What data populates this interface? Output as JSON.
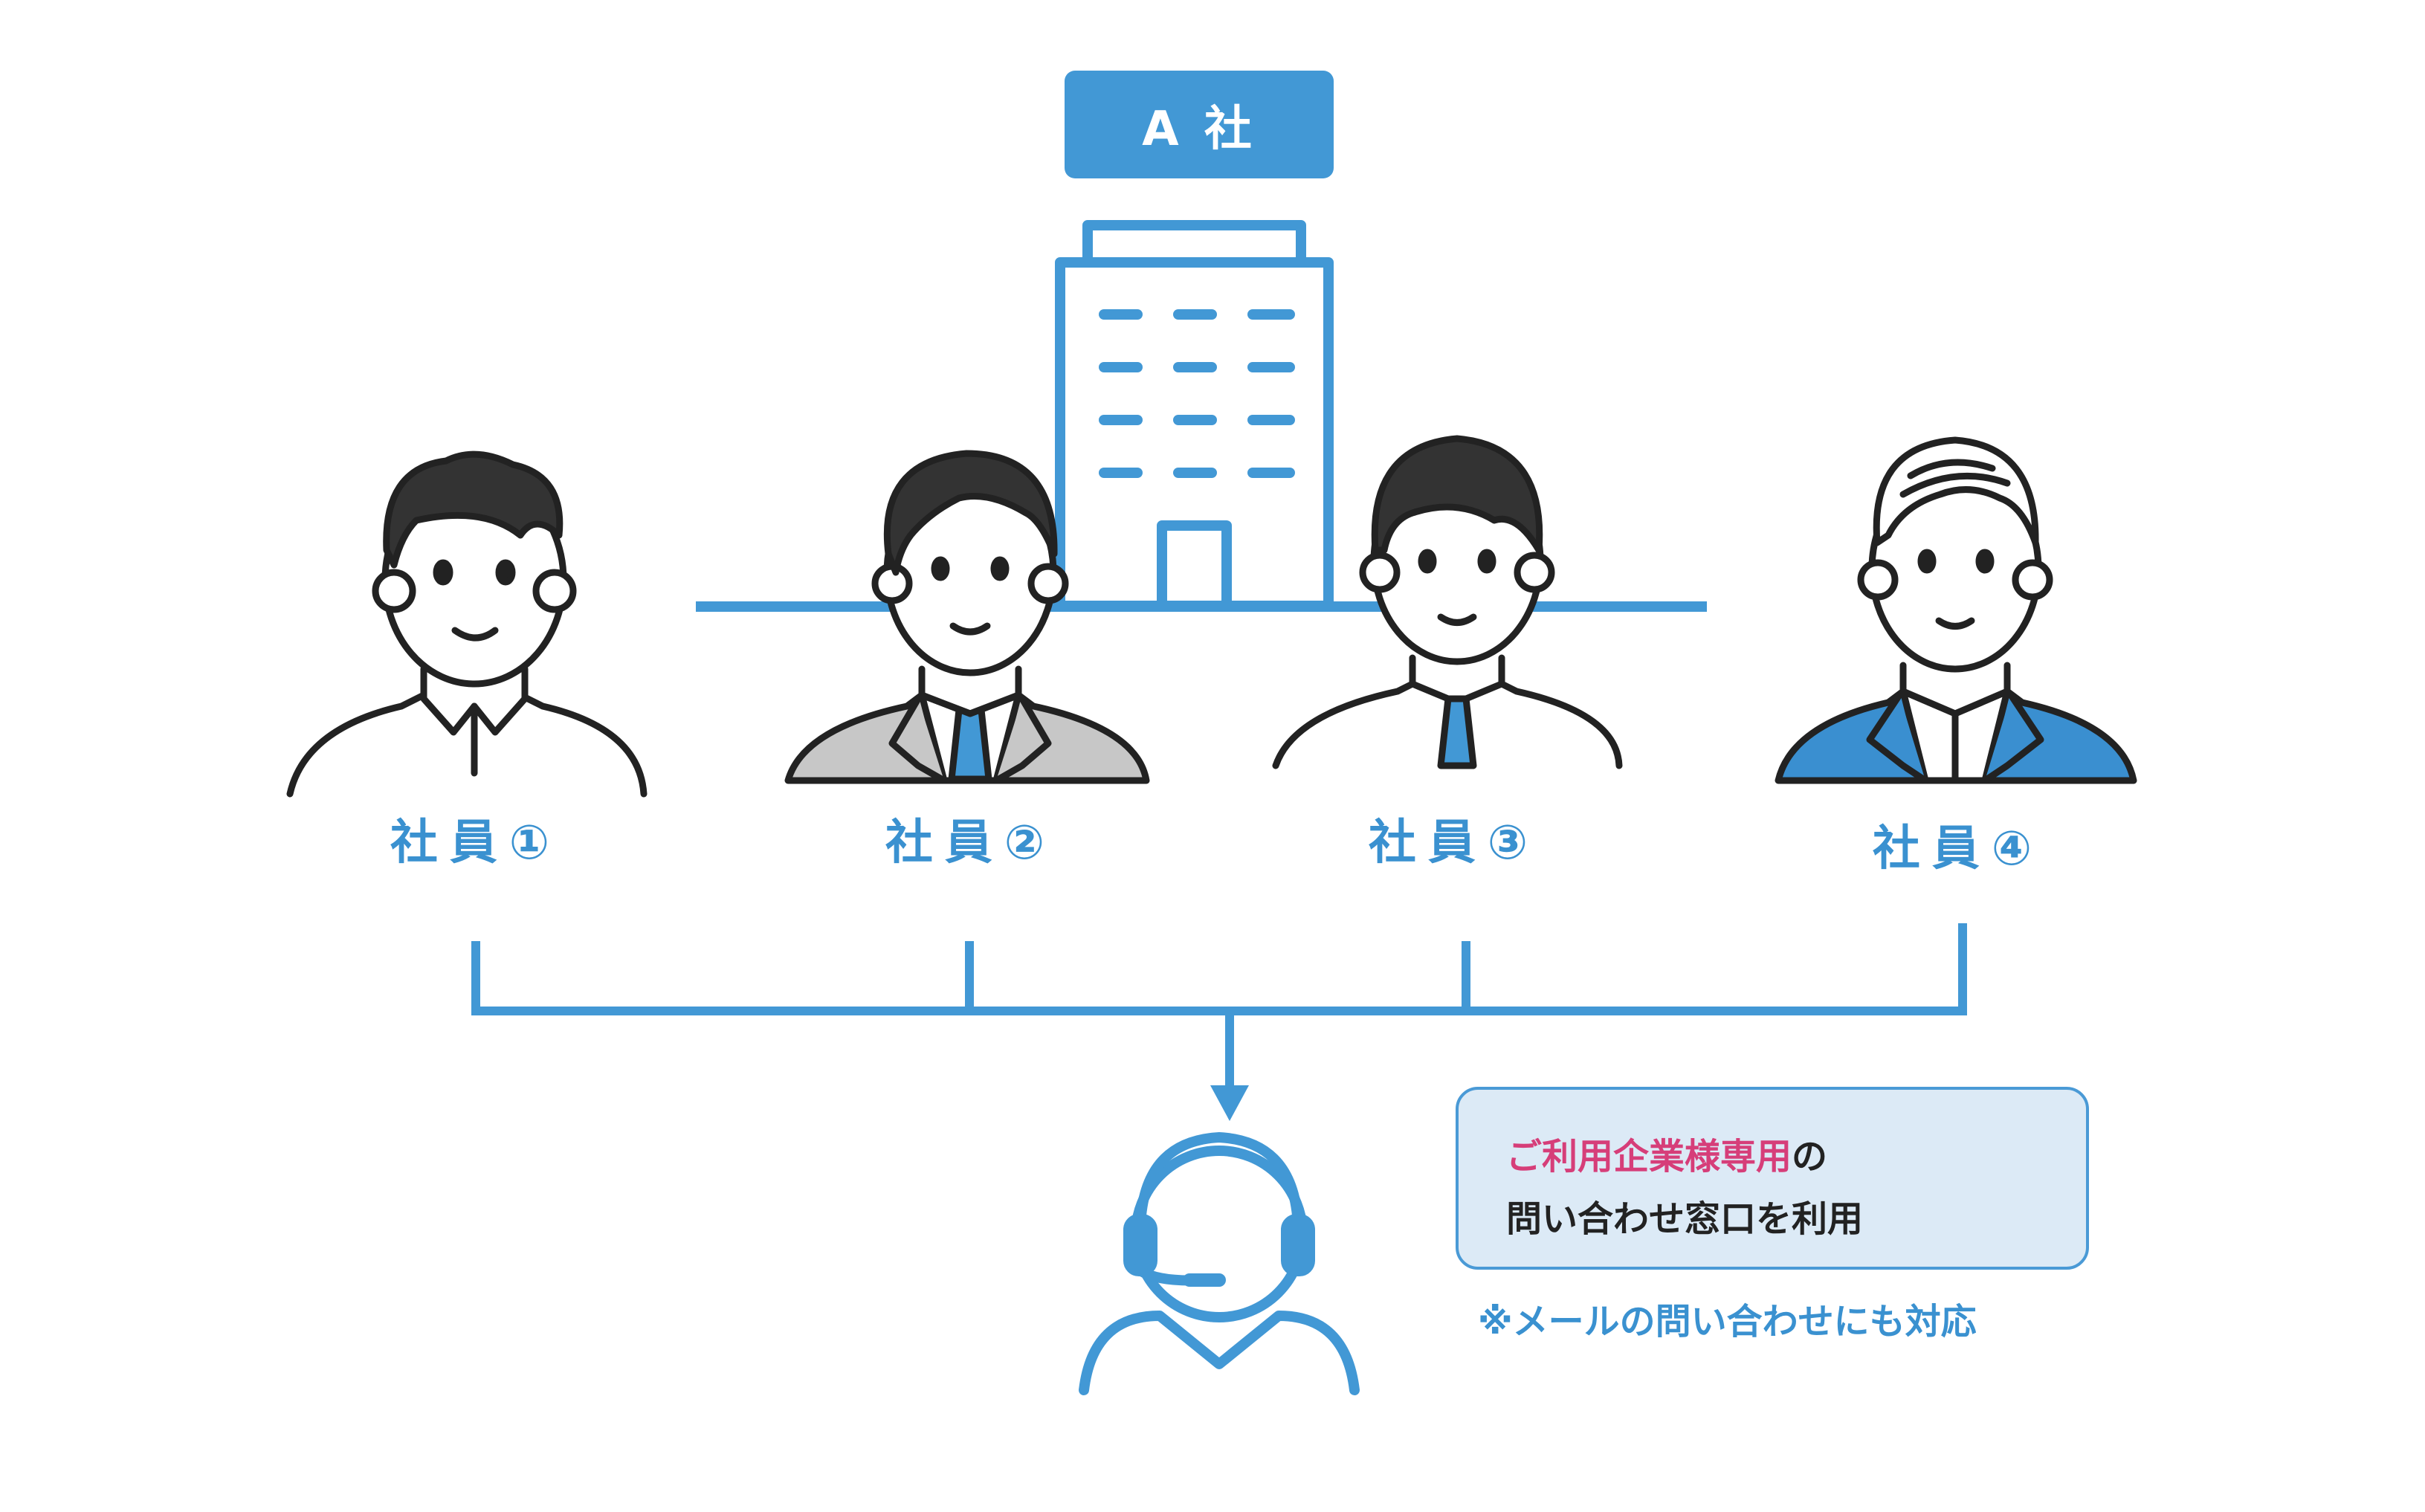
{
  "company": {
    "label": "A 社"
  },
  "employees": [
    {
      "label": "社員①"
    },
    {
      "label": "社員②"
    },
    {
      "label": "社員③"
    },
    {
      "label": "社員④"
    }
  ],
  "support": {
    "highlight": "ご利用企業様専用",
    "line1_suffix": "の",
    "line2": "問い合わせ窓口を利用",
    "note": "※メールの問い合わせにも対応"
  },
  "colors": {
    "primary": "#4298d5",
    "accent": "#d63e79",
    "box_bg": "#dceaf6",
    "line_dark": "#222222",
    "suit_gray": "#c7c7c7"
  }
}
